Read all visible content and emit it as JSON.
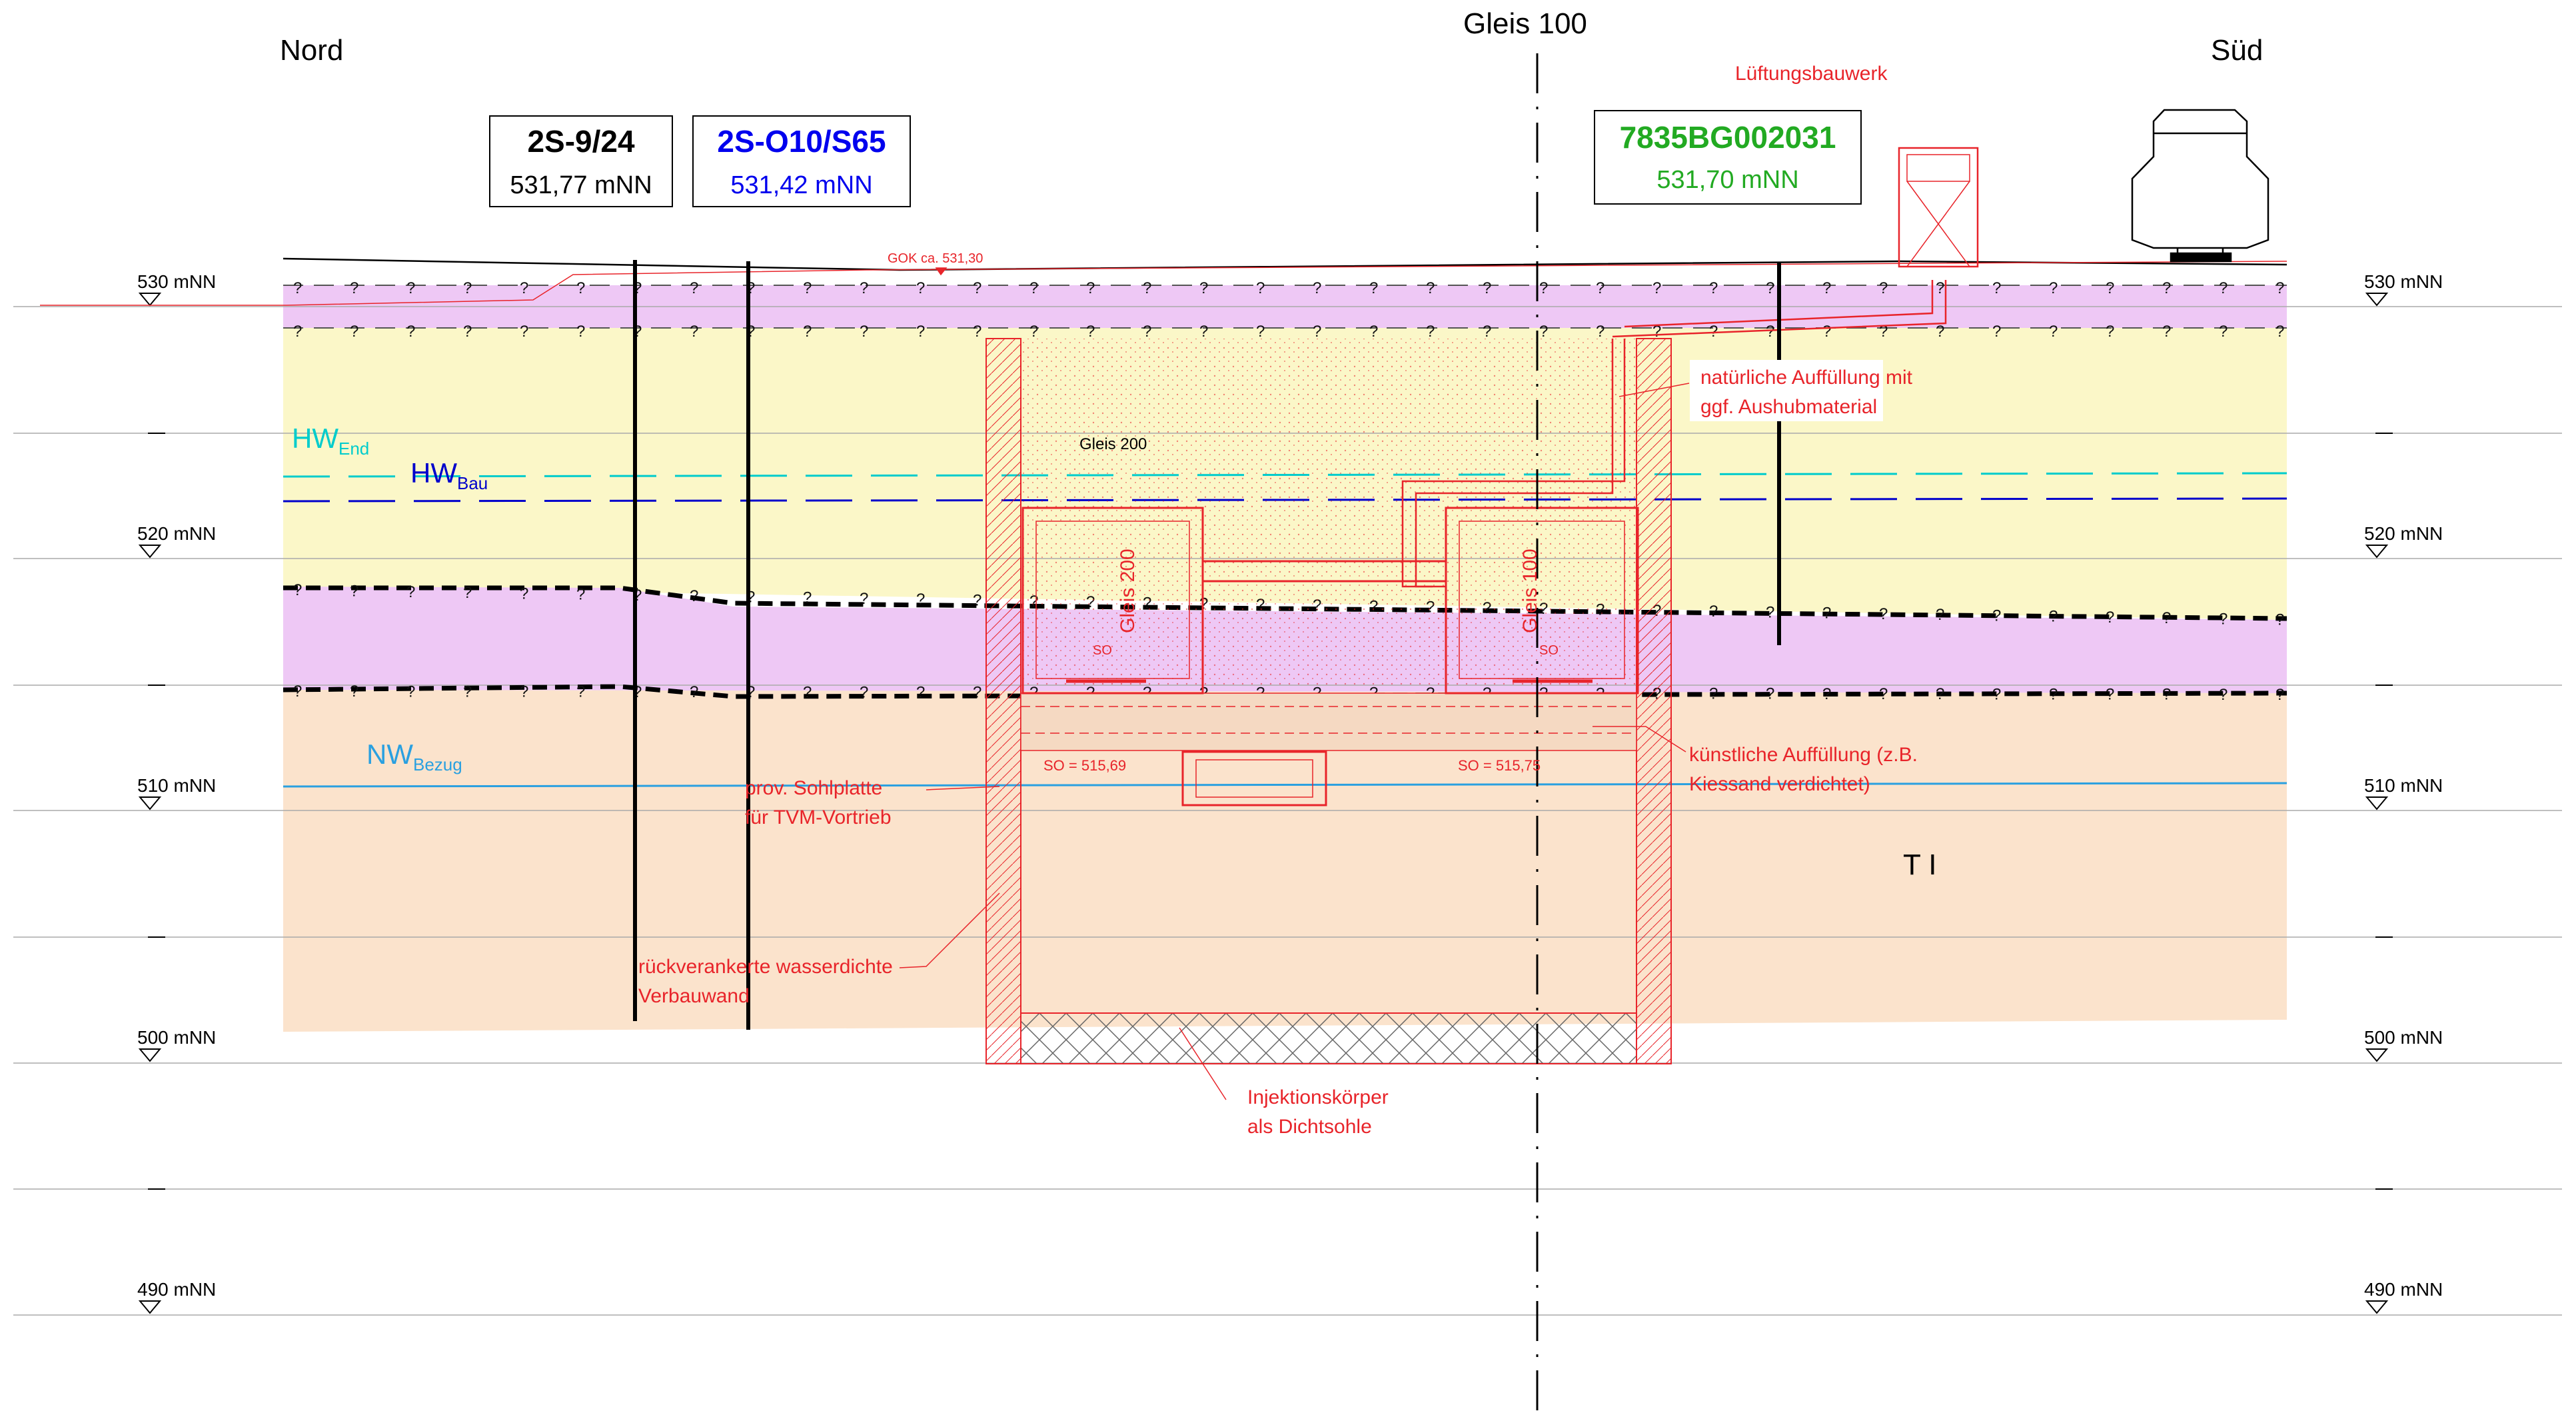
{
  "orientation": {
    "north": "Nord",
    "south": "Süd"
  },
  "track_top_label": "Gleis 100",
  "boreholes": [
    {
      "id": "2S-9/24",
      "elevation": "531,77 mNN",
      "color": "#000000"
    },
    {
      "id": "2S-O10/S65",
      "elevation": "531,42 mNN",
      "color": "#0000ee"
    },
    {
      "id": "7835BG002031",
      "elevation": "531,70 mNN",
      "color": "#22aa22"
    }
  ],
  "elevation_scale": {
    "left": [
      "530 mNN",
      "520 mNN",
      "510 mNN",
      "500 mNN",
      "490 mNN"
    ],
    "right": [
      "530 mNN",
      "520 mNN",
      "510 mNN",
      "500 mNN",
      "490 mNN"
    ],
    "values_mNN": [
      530,
      520,
      510,
      500,
      490
    ]
  },
  "water_levels": {
    "hw_end": {
      "main": "HW",
      "sub": "End",
      "color": "#00cccc"
    },
    "hw_bau": {
      "main": "HW",
      "sub": "Bau",
      "color": "#0000cc"
    },
    "nw_bezug": {
      "main": "NW",
      "sub": "Bezug",
      "color": "#2aa0e0"
    }
  },
  "annotations": {
    "lueftung": "Lüftungsbauwerk",
    "gok": "GOK ca. 531,30",
    "natuerlich_1": "natürliche Auffüllung mit",
    "natuerlich_2": "ggf. Aushubmaterial",
    "gleis200_top": "Gleis 200",
    "gleis200_vertical": "Gleis 200",
    "gleis100_vertical": "Gleis 100",
    "so_left": "SO = 515,69",
    "so_right": "SO = 515,75",
    "so_mark": "SO",
    "kuenstlich_1": "künstliche Auffüllung (z.B.",
    "kuenstlich_2": "Kiessand verdichtet)",
    "sohlplatte_1": "prov. Sohlplatte",
    "sohlplatte_2": "für TVM-Vortrieb",
    "verbau_1": "rückverankerte wasserdichte",
    "verbau_2": "Verbauwand",
    "injektion_1": "Injektionskörper",
    "injektion_2": "als Dichtsohle",
    "unit_ti": "T I",
    "unknown_mark": "?"
  },
  "colors": {
    "magenta_layer": "#eec8f5",
    "yellow_layer": "#fbf7c8",
    "orange_layer": "#fbe3cc",
    "design_red": "#e8242a",
    "grid_line": "#aaaaaa"
  }
}
